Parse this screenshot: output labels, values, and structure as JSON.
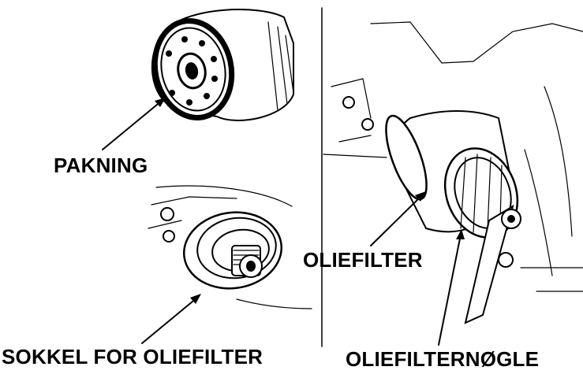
{
  "labels": {
    "gasket": "PAKNING",
    "filter_base": "SOKKEL FOR OLIEFILTER",
    "oil_filter": "OLIEFILTER",
    "filter_wrench": "OLIEFILTERNØGLE"
  }
}
